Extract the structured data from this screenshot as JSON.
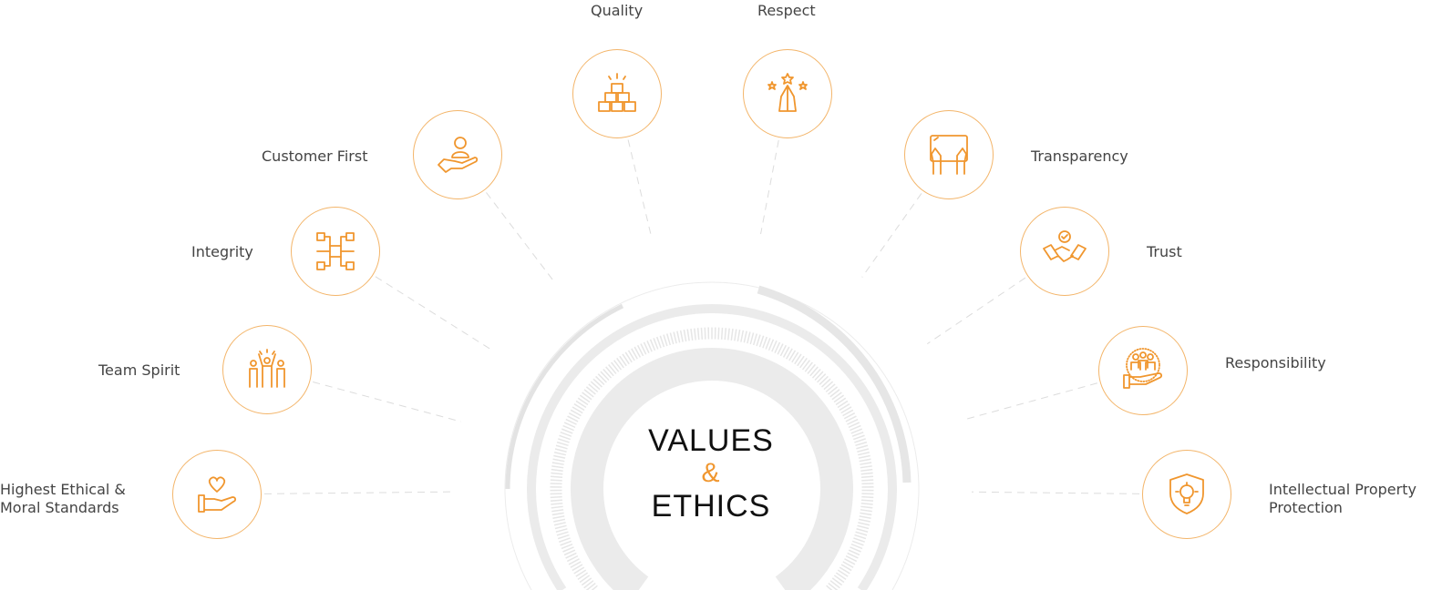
{
  "title": {
    "line1": "VALUES",
    "amp": "&",
    "line2": "ETHICS"
  },
  "accent_color": "#f0962e",
  "values": [
    {
      "label": "Highest Ethical &\nMoral Standards",
      "icon": "heart-in-hand-icon"
    },
    {
      "label": "Team Spirit",
      "icon": "team-cheering-icon"
    },
    {
      "label": "Integrity",
      "icon": "circuit-network-icon"
    },
    {
      "label": "Customer First",
      "icon": "person-in-hand-icon"
    },
    {
      "label": "Quality",
      "icon": "stacked-boxes-icon"
    },
    {
      "label": "Respect",
      "icon": "praying-hands-stars-icon"
    },
    {
      "label": "Transparency",
      "icon": "hands-on-glass-icon"
    },
    {
      "label": "Trust",
      "icon": "handshake-check-icon"
    },
    {
      "label": "Responsibility",
      "icon": "people-in-hand-icon"
    },
    {
      "label": "Intellectual Property\nProtection",
      "icon": "shield-bulb-icon"
    }
  ]
}
